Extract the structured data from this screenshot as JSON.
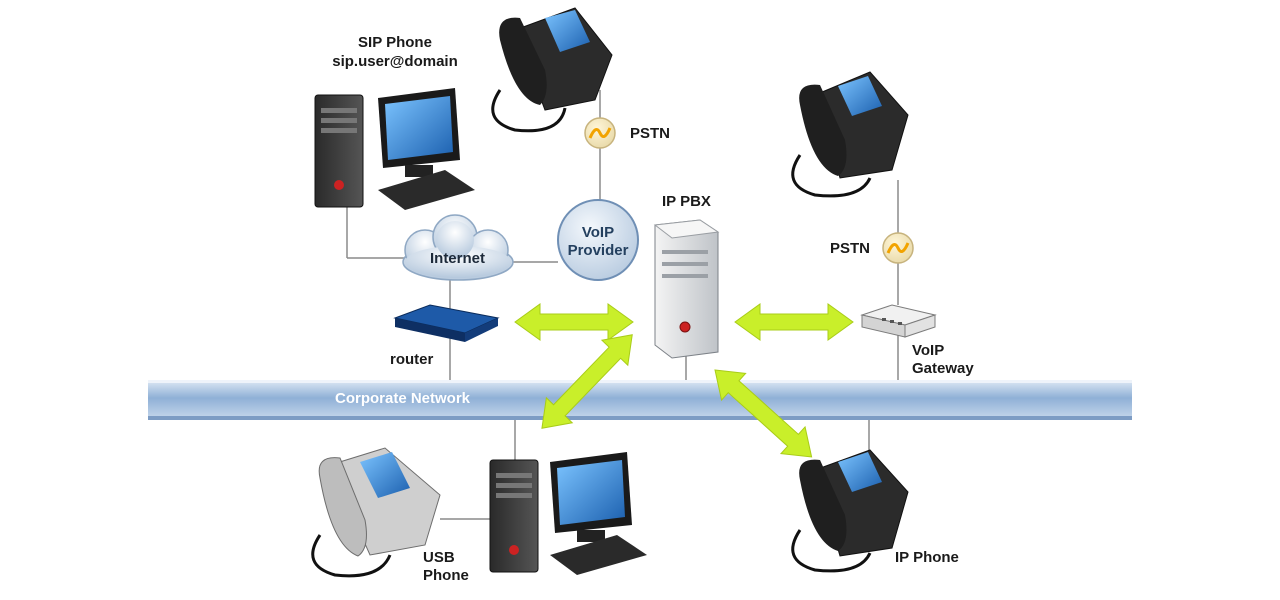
{
  "labels": {
    "sip_phone_title": "SIP Phone",
    "sip_phone_address": "sip.user@domain",
    "pstn_top": "PSTN",
    "pstn_right": "PSTN",
    "ip_pbx": "IP PBX",
    "voip_provider_line1": "VoIP",
    "voip_provider_line2": "Provider",
    "internet": "Internet",
    "router": "router",
    "voip_gateway_line1": "VoIP",
    "voip_gateway_line2": "Gateway",
    "corporate_network": "Corporate Network",
    "usb_phone_line1": "USB",
    "usb_phone_line2": "Phone",
    "ip_phone": "IP Phone"
  },
  "colors": {
    "arrow": "#c9ef2a",
    "network_bar": "#a9c2df",
    "pstn_symbol": "#f2a300",
    "screen": "#2f7fd0"
  }
}
